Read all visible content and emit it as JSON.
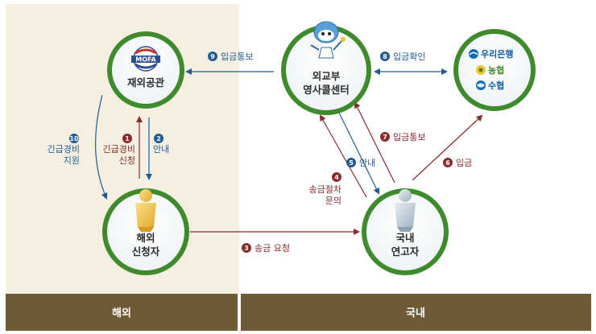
{
  "regions": {
    "overseas": "해외",
    "domestic": "국내"
  },
  "nodes": {
    "embassy": {
      "label": "재외공관",
      "logo_text": "MOFA"
    },
    "consular_center": {
      "label_line1": "외교부",
      "label_line2": "영사콜센터"
    },
    "banks": {
      "bank1": "우리은행",
      "bank2": "농협",
      "bank3": "수협"
    },
    "applicant": {
      "label_line1": "해외",
      "label_line2": "신청자"
    },
    "relative": {
      "label_line1": "국내",
      "label_line2": "연고자"
    }
  },
  "steps": {
    "s1": {
      "num": "1",
      "line1": "긴급경비",
      "line2": "신청"
    },
    "s2": {
      "num": "2",
      "line1": "안내"
    },
    "s3": {
      "num": "3",
      "line1": "송금 요청"
    },
    "s4": {
      "num": "4",
      "line1": "송금절차",
      "line2": "문의"
    },
    "s5": {
      "num": "5",
      "line1": "안내"
    },
    "s6": {
      "num": "6",
      "line1": "입금"
    },
    "s7": {
      "num": "7",
      "line1": "입금통보"
    },
    "s8": {
      "num": "8",
      "line1": "입금확인"
    },
    "s9": {
      "num": "9",
      "line1": "입금통보"
    },
    "s10": {
      "num": "10",
      "line1": "긴급경비",
      "line2": "지원"
    }
  },
  "colors": {
    "red": "#8b2a2a",
    "blue": "#1f5c93",
    "green_ring": "#3e8a2c",
    "bar": "#6e5a35",
    "left_bg": "#f5efe1"
  }
}
